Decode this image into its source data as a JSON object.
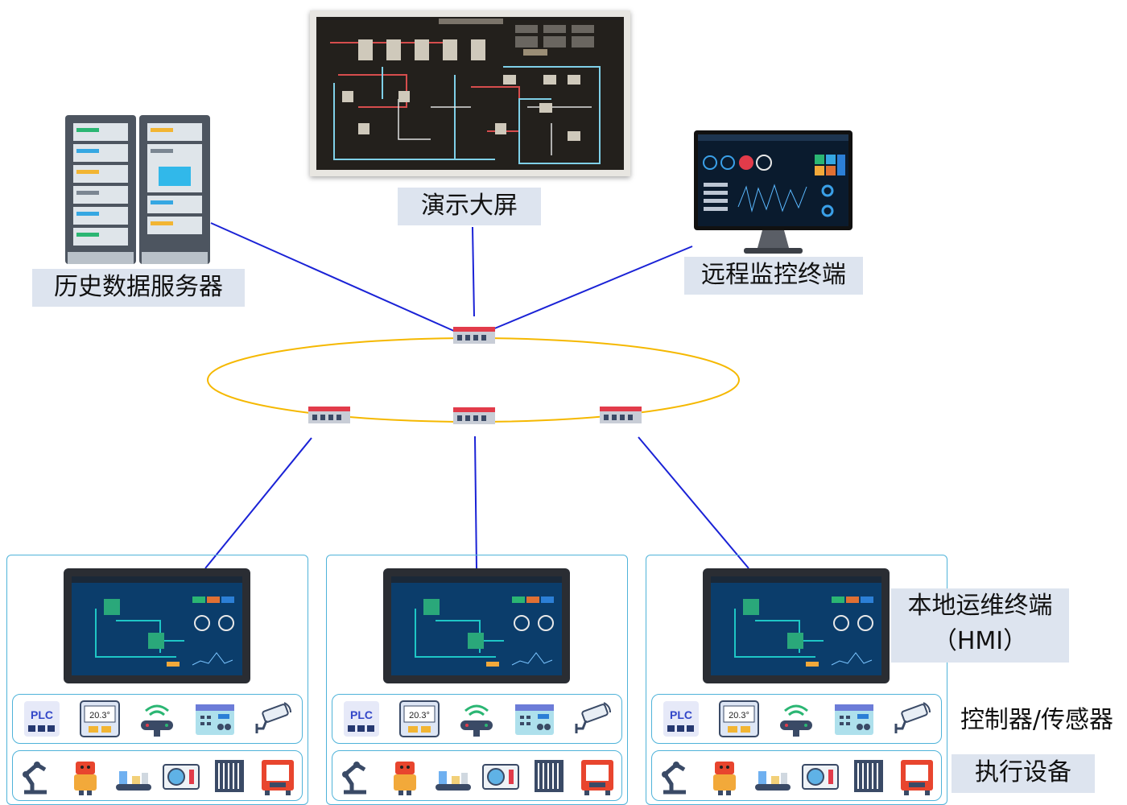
{
  "labels": {
    "big_screen": "演示大屏",
    "history_server": "历史数据服务器",
    "remote_terminal": "远程监控终端",
    "local_terminal_line1": "本地运维终端",
    "local_terminal_line2": "（HMI）",
    "controllers_sensors": "控制器/传感器",
    "actuators": "执行设备"
  },
  "device_text": {
    "plc": "PLC",
    "thermostat": "20.3°"
  },
  "icons": {
    "controller_row": [
      "plc-icon",
      "thermostat-icon",
      "wireless-router-icon",
      "control-panel-icon",
      "camera-icon"
    ],
    "actuator_row": [
      "robot-arm-icon",
      "robot-icon",
      "conveyor-icon",
      "air-conditioner-icon",
      "chiller-icon",
      "machine-tool-icon"
    ]
  },
  "colors": {
    "ring": "#f5b800",
    "link": "#1a22d6",
    "panel_border": "#4fb3d9",
    "label_bg": "#dde4ef"
  }
}
